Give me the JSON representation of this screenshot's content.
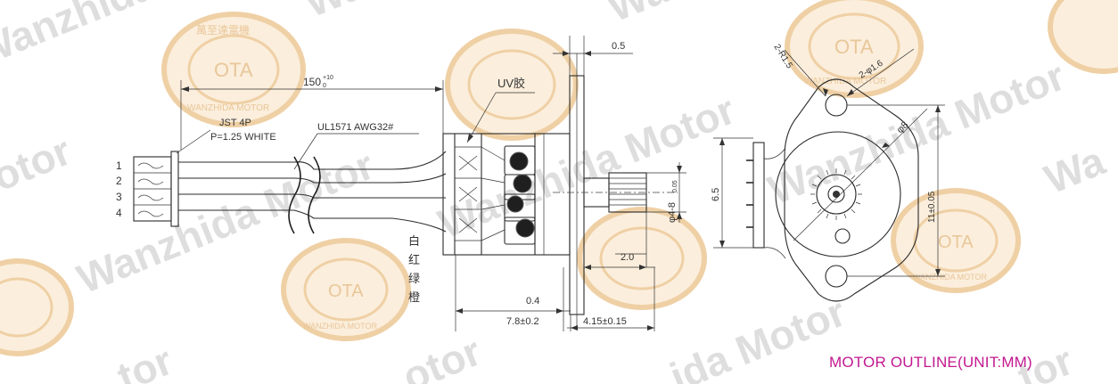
{
  "watermark": {
    "text": "Wanzhida Motor",
    "seal_text": "WANZHIDA MOTOR",
    "seal_cn": "萬至達電機",
    "seal_logo": "OTA"
  },
  "left_view": {
    "pin_numbers": [
      "1",
      "2",
      "3",
      "4"
    ],
    "connector_label": "JST 4P",
    "connector_pitch": "P=1.25 WHITE",
    "lead_length": "150",
    "lead_tolerance_upper": "+10",
    "lead_tolerance_lower": "0",
    "wire_spec": "UL1571 AWG32#",
    "glue_label": "UV胶",
    "wire_colors": [
      "白",
      "红",
      "绿",
      "橙"
    ],
    "plate_thickness": "0.5",
    "shaft_diameter": "φ4-8",
    "shaft_diameter_tol": "0.05",
    "shaft_extension": "2.0",
    "gap": "0.4",
    "body_length": "7.8±0.2",
    "shaft_length": "4.15±0.15"
  },
  "right_view": {
    "mount_holes": "2-R1.5",
    "mount_hole_dia": "2-φ1.6",
    "flange_hole": "φ8",
    "height": "6.5",
    "hole_spacing": "11±0.05"
  },
  "caption": "MOTOR OUTLINE(UNIT:MM)",
  "colors": {
    "caption": "#c2188f",
    "seal": "#f0d2a8",
    "watermark": "#d9d9d9"
  }
}
